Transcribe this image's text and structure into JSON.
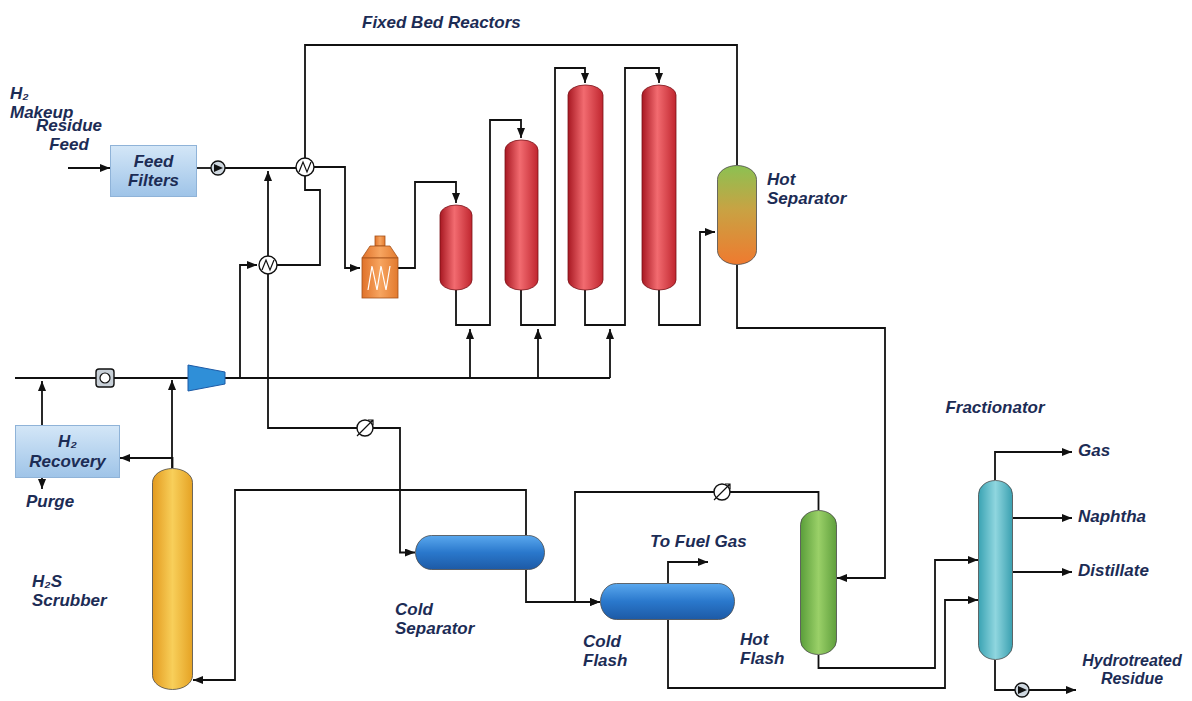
{
  "diagram": {
    "nodes": [
      {
        "text": [
          "Feed Filters"
        ]
      },
      {
        "text": [
          "Hot Separator"
        ]
      },
      {
        "text": [
          "H₂ Recovery"
        ]
      },
      {
        "text": [
          "H₂S Scrubber"
        ]
      },
      {
        "text": [
          "Cold Separator"
        ]
      },
      {
        "text": [
          "Cold Flash"
        ]
      },
      {
        "text": [
          "Hot Flash"
        ]
      },
      {
        "text": [
          "Fractionator"
        ]
      }
    ],
    "edges": [
      {
        "from": 1,
        "to": 4,
        "arrow": "to"
      },
      {
        "from": 1,
        "to": 6,
        "arrow": "to"
      },
      {
        "from": 4,
        "to": 3,
        "arrow": "to"
      },
      {
        "from": 4,
        "to": 5,
        "arrow": "to"
      },
      {
        "from": 6,
        "to": 5,
        "arrow": "to"
      },
      {
        "from": 3,
        "to": 2,
        "arrow": "to"
      },
      {
        "from": 6,
        "to": 7,
        "arrow": "to"
      },
      {
        "from": 5,
        "to": 7,
        "arrow": "to"
      }
    ],
    "labels": [
      "Fixed Bed Reactors",
      "Residue Feed",
      "H₂ Makeup",
      "Purge",
      "To Fuel Gas",
      "Gas",
      "Naphtha",
      "Distillate",
      "Hydrotreated Residue"
    ]
  }
}
